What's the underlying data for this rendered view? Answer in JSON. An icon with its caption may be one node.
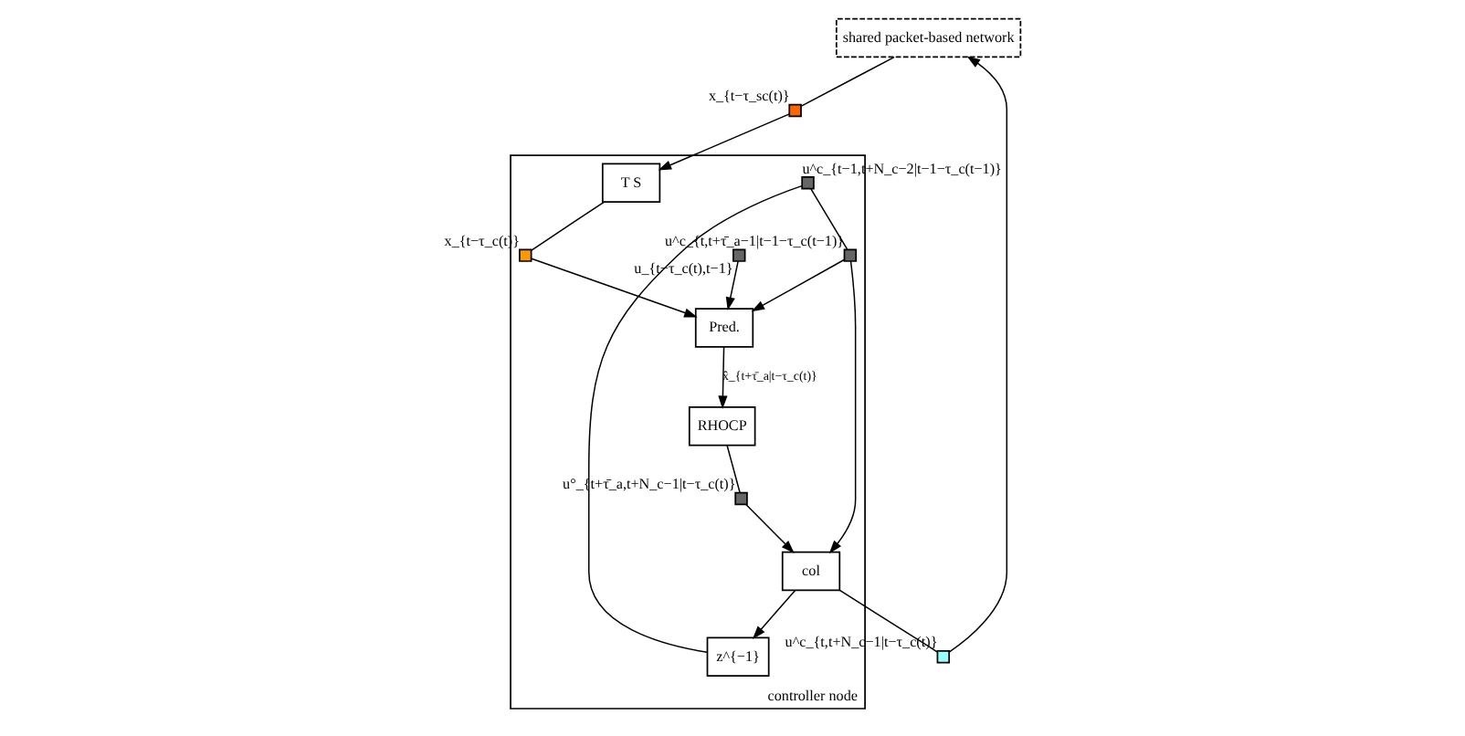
{
  "diagram": {
    "nodes": [
      {
        "text": [
          "shared packet-based network"
        ]
      },
      {
        "text": [
          "controller node"
        ]
      },
      {
        "text": [],
        "shape": "box",
        "beside": [
          "u^c_{t,t+N_c−1|t−τ_c(t)}"
        ]
      },
      {
        "text": [],
        "shape": "box",
        "beside": [
          "x_{t−τ_sc(t)}"
        ]
      },
      {
        "text": [],
        "shape": "box",
        "in": 1,
        "beside": [
          "u^c_{t−1,t+N_c−2|t−1−τ_c(t−1)}"
        ]
      },
      {
        "text": [],
        "shape": "box",
        "in": 1,
        "beside": [
          "u^c_{t,t+τ̄_a−1|t−1−τ_c(t−1)}"
        ]
      },
      {
        "text": [],
        "shape": "box",
        "in": 1,
        "beside": [
          "u_{t−τ_c(t),t−1}"
        ]
      },
      {
        "text": [
          "z^{−1}"
        ],
        "in": 1
      },
      {
        "text": [
          "T S"
        ],
        "in": 1
      },
      {
        "text": [
          "col"
        ],
        "in": 1
      },
      {
        "text": [
          "RHOCP"
        ],
        "in": 1
      },
      {
        "text": [
          "Pred."
        ],
        "in": 1
      },
      {
        "text": [],
        "shape": "box",
        "in": 1,
        "beside": [
          "x_{t−τ_c(t)}"
        ]
      },
      {
        "text": [],
        "shape": "box",
        "in": 1,
        "beside": [
          "u°_{t+τ̄_a,t+N_c−1|t−τ_c(t)}"
        ]
      }
    ],
    "edges": [
      {
        "from": 9,
        "to": 2,
        "arrow": "none"
      },
      {
        "from": 2,
        "to": 0,
        "arrow": "to"
      },
      {
        "from": 9,
        "to": 7,
        "arrow": "to"
      },
      {
        "from": 7,
        "to": 4,
        "arrow": "none"
      },
      {
        "from": 4,
        "to": 5,
        "arrow": "none"
      },
      {
        "from": 5,
        "to": 9,
        "arrow": "to"
      },
      {
        "from": 5,
        "to": 11,
        "arrow": "to"
      },
      {
        "from": 6,
        "to": 11,
        "arrow": "to"
      },
      {
        "from": 0,
        "to": 3,
        "arrow": "none"
      },
      {
        "from": 3,
        "to": 8,
        "arrow": "to"
      },
      {
        "from": 8,
        "to": 12,
        "arrow": "none"
      },
      {
        "from": 12,
        "to": 11,
        "arrow": "to"
      },
      {
        "from": 11,
        "to": 10,
        "arrow": "to",
        "label": "x̂_{t+τ̄_a|t−τ_c(t)}"
      },
      {
        "from": 10,
        "to": 13,
        "arrow": "none"
      },
      {
        "from": 13,
        "to": 9,
        "arrow": "to"
      }
    ]
  }
}
